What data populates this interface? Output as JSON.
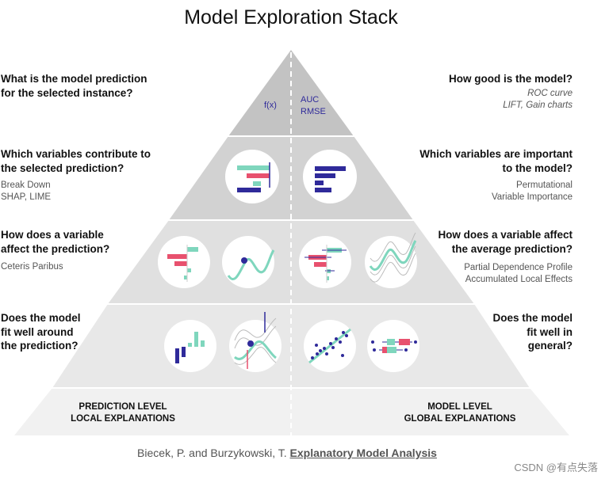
{
  "title": "Model Exploration Stack",
  "left": {
    "q1": [
      "What is the model prediction",
      "for the selected instance?"
    ],
    "q2": [
      "Which variables contribute to",
      "the selected prediction?"
    ],
    "q2_methods": [
      "Break Down",
      "SHAP, LIME"
    ],
    "q3": [
      "How does a variable",
      "affect the prediction?"
    ],
    "q3_methods": [
      "Ceteris Paribus"
    ],
    "q4": [
      "Does the model",
      "fit well around",
      "the prediction?"
    ],
    "level": [
      "PREDICTION LEVEL",
      "LOCAL EXPLANATIONS"
    ]
  },
  "right": {
    "q1": [
      "How good is the model?"
    ],
    "q1_methods": [
      "ROC curve",
      "LIFT, Gain charts"
    ],
    "q2": [
      "Which variables are important",
      "to the model?"
    ],
    "q2_methods": [
      "Permutational",
      "Variable Importance"
    ],
    "q3": [
      "How does a variable affect",
      "the average prediction?"
    ],
    "q3_methods": [
      "Partial Dependence Profile",
      "Accumulated Local Effects"
    ],
    "q4": [
      "Does the model",
      "fit well in",
      "general?"
    ],
    "level": [
      "MODEL LEVEL",
      "GLOBAL EXPLANATIONS"
    ]
  },
  "apex": {
    "left_label": "f(x)",
    "right_labels": [
      "AUC",
      "RMSE"
    ]
  },
  "citation": {
    "prefix": "Biecek, P. and Burzykowski, T. ",
    "book": "Explanatory Model Analysis"
  },
  "watermark": "CSDN @有点失落",
  "colors": {
    "tier1": "#c3c3c3",
    "tier2": "#d2d2d2",
    "tier3": "#e0e0e0",
    "tier4": "#e8e8e8",
    "tier5": "#f1f1f1",
    "teal": "#7fd6bd",
    "pink": "#e8516e",
    "navy": "#2f2a9a"
  },
  "icons": [
    "break-down-icon",
    "variable-importance-icon",
    "ceteris-paribus-bars-icon",
    "ceteris-paribus-profile-icon",
    "partial-dependence-bars-icon",
    "partial-dependence-profile-icon",
    "local-residual-bars-icon",
    "local-fit-profile-icon",
    "residual-scatter-icon",
    "residual-boxplot-icon"
  ]
}
